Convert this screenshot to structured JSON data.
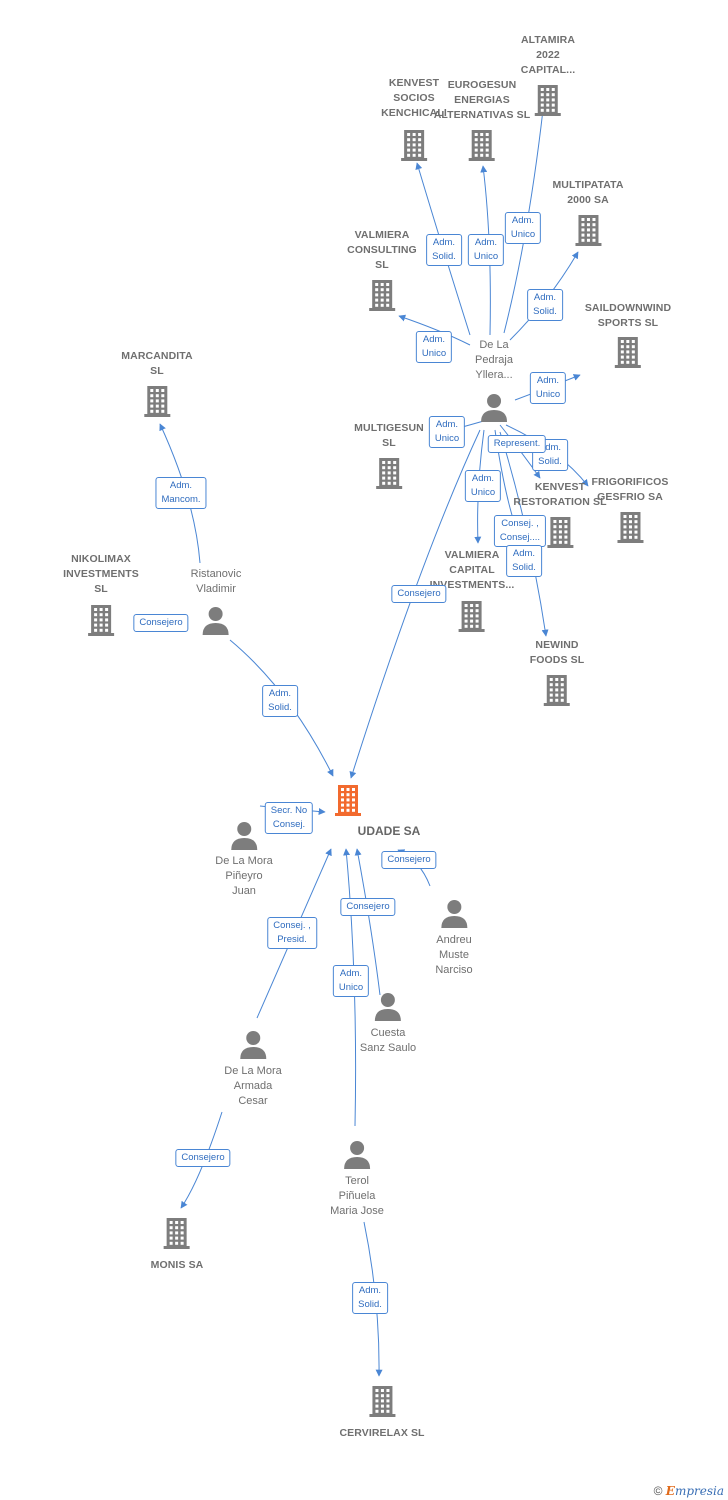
{
  "colors": {
    "edge": "#4a86d4",
    "icon": "#7d7d7d",
    "main_icon": "#f26a2e",
    "label": "#6f6f6f"
  },
  "nodes": [
    {
      "id": "main",
      "kind": "main",
      "label": "UDADE SA"
    },
    {
      "id": "altamira",
      "kind": "company",
      "label": "ALTAMIRA\n2022\nCAPITAL..."
    },
    {
      "id": "kenvest_socios",
      "kind": "company",
      "label": "KENVEST\nSOCIOS\nKENCHICALI"
    },
    {
      "id": "eurogesun",
      "kind": "company",
      "label": "EUROGESUN\nENERGIAS\nALTERNATIVAS SL"
    },
    {
      "id": "multipatata",
      "kind": "company",
      "label": "MULTIPATATA\n2000 SA"
    },
    {
      "id": "valmiera_consulting",
      "kind": "company",
      "label": "VALMIERA\nCONSULTING\nSL"
    },
    {
      "id": "saildownwind",
      "kind": "company",
      "label": "SAILDOWNWIND\nSPORTS  SL"
    },
    {
      "id": "marcandita",
      "kind": "company",
      "label": "MARCANDITA\nSL"
    },
    {
      "id": "multigesun",
      "kind": "company",
      "label": "MULTIGESUN\nSL"
    },
    {
      "id": "kenvest_restoration",
      "kind": "company",
      "label": "KENVEST\nRESTORATION SL"
    },
    {
      "id": "frigorificos",
      "kind": "company",
      "label": "FRIGORIFICOS\nGESFRIO SA"
    },
    {
      "id": "nikolimax",
      "kind": "company",
      "label": "NIKOLIMAX\nINVESTMENTS\nSL"
    },
    {
      "id": "valmiera_capital",
      "kind": "company",
      "label": "VALMIERA\nCAPITAL\nINVESTMENTS..."
    },
    {
      "id": "newind",
      "kind": "company",
      "label": "NEWIND\nFOODS  SL"
    },
    {
      "id": "monis",
      "kind": "company",
      "label": "MONIS SA"
    },
    {
      "id": "cervirelax",
      "kind": "company",
      "label": "CERVIRELAX SL"
    },
    {
      "id": "delapedraja",
      "kind": "person",
      "label": "De La\nPedraja\nYllera..."
    },
    {
      "id": "ristanovic",
      "kind": "person",
      "label": "Ristanovic\nVladimir"
    },
    {
      "id": "delamora_juan",
      "kind": "person",
      "label": "De La Mora\nPiñeyro\nJuan"
    },
    {
      "id": "andreu",
      "kind": "person",
      "label": "Andreu\nMuste\nNarciso"
    },
    {
      "id": "cuesta",
      "kind": "person",
      "label": "Cuesta\nSanz Saulo"
    },
    {
      "id": "delamora_cesar",
      "kind": "person",
      "label": "De La Mora\nArmada\nCesar"
    },
    {
      "id": "terol",
      "kind": "person",
      "label": "Terol\nPiñuela\nMaria Jose"
    }
  ],
  "edges": [
    {
      "from": "delapedraja",
      "to": "kenvest_socios",
      "label": "Adm.\nSolid."
    },
    {
      "from": "delapedraja",
      "to": "eurogesun",
      "label": "Adm.\nUnico"
    },
    {
      "from": "delapedraja",
      "to": "altamira",
      "label": "Adm.\nUnico"
    },
    {
      "from": "delapedraja",
      "to": "multipatata",
      "label": "Adm.\nSolid."
    },
    {
      "from": "delapedraja",
      "to": "valmiera_consulting",
      "label": "Adm.\nUnico"
    },
    {
      "from": "delapedraja",
      "to": "saildownwind",
      "label": "Adm.\nUnico"
    },
    {
      "from": "delapedraja",
      "to": "multigesun",
      "label": "Adm.\nUnico"
    },
    {
      "from": "delapedraja",
      "to": "frigorificos",
      "label": "Adm.\nSolid."
    },
    {
      "from": "delapedraja",
      "to": "kenvest_restoration",
      "label": "Represent."
    },
    {
      "from": "delapedraja",
      "to": "valmiera_capital",
      "label": "Adm.\nUnico"
    },
    {
      "from": "delapedraja",
      "to": "valmiera_capital",
      "label": "Consej. ,\nConsej...."
    },
    {
      "from": "delapedraja",
      "to": "newind",
      "label": "Adm.\nSolid."
    },
    {
      "from": "delapedraja",
      "to": "main",
      "label": "Consejero"
    },
    {
      "from": "ristanovic",
      "to": "marcandita",
      "label": "Adm.\nMancom."
    },
    {
      "from": "ristanovic",
      "to": "nikolimax",
      "label": "Adm.\nSolid."
    },
    {
      "from": "ristanovic",
      "to": "main",
      "label": "Consejero"
    },
    {
      "from": "delamora_juan",
      "to": "main",
      "label": "Secr.  No\nConsej."
    },
    {
      "from": "andreu",
      "to": "main",
      "label": "Consejero"
    },
    {
      "from": "cuesta",
      "to": "main",
      "label": "Consejero"
    },
    {
      "from": "delamora_cesar",
      "to": "main",
      "label": "Consej. ,\nPresid."
    },
    {
      "from": "delamora_cesar",
      "to": "monis",
      "label": "Adm.\nUnico"
    },
    {
      "from": "terol",
      "to": "main",
      "label": "Consejero"
    },
    {
      "from": "terol",
      "to": "cervirelax",
      "label": "Adm.\nSolid."
    }
  ],
  "footer": {
    "copyright": "©",
    "brand_e": "E",
    "brand_rest": "mpresia"
  }
}
